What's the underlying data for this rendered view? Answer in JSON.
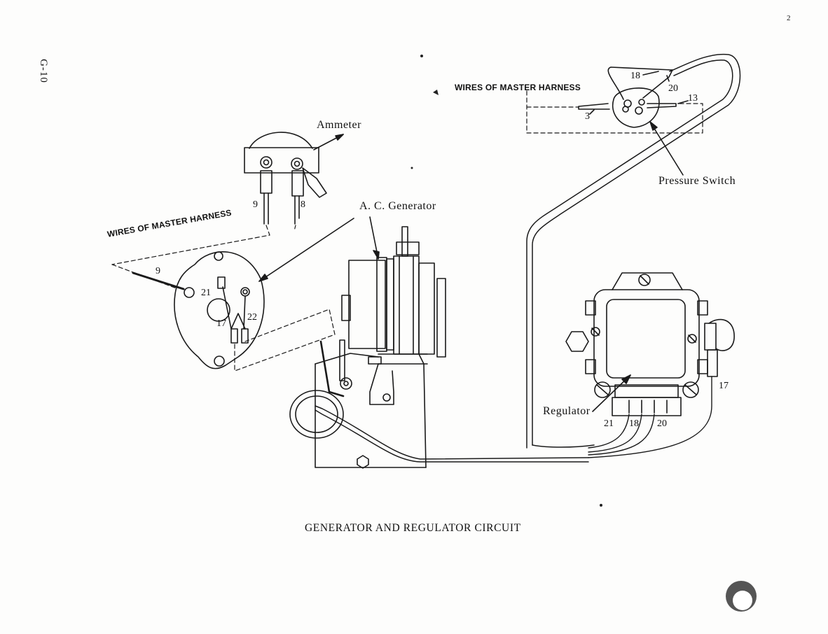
{
  "page": {
    "page_number": "2",
    "side_code": "G-10"
  },
  "caption": "GENERATOR AND REGULATOR CIRCUIT",
  "labels": {
    "ammeter": "Ammeter",
    "ac_generator": "A. C. Generator",
    "pressure_switch": "Pressure Switch",
    "regulator": "Regulator",
    "wires_master_harness_top": "WIRES OF MASTER HARNESS",
    "wires_master_harness_left": "WIRES OF MASTER HARNESS"
  },
  "terminals": {
    "ammeter_left": "9",
    "ammeter_right": "8",
    "gen_wire": "9",
    "gen_terminal_a": "21",
    "gen_terminal_b": "17",
    "gen_terminal_c": "22",
    "ps_18": "18",
    "ps_20": "20",
    "ps_13": "13",
    "ps_3": "3",
    "reg_17": "17",
    "reg_21": "21",
    "reg_18": "18",
    "reg_20": "20"
  }
}
